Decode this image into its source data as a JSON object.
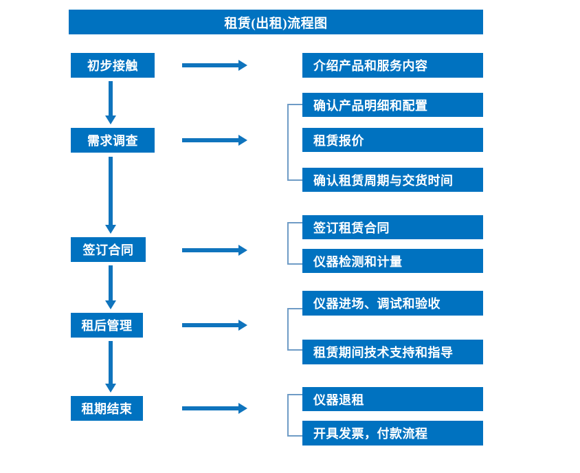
{
  "diagram": {
    "title": "租赁(出租)流程图",
    "accent_color": "#0072c0",
    "arrow_color": "#0f74bd",
    "bracket_color": "#6e9bc5",
    "text_color": "#ffffff",
    "background_color": "#ffffff"
  },
  "stages": [
    {
      "id": "stage-1",
      "label": "初步接触"
    },
    {
      "id": "stage-2",
      "label": "需求调查"
    },
    {
      "id": "stage-3",
      "label": "签订合同"
    },
    {
      "id": "stage-4",
      "label": "租后管理"
    },
    {
      "id": "stage-5",
      "label": "租期结束"
    }
  ],
  "groups": [
    {
      "stage": "初步接触",
      "has_bracket": false,
      "details": [
        {
          "label": "介绍产品和服务内容"
        }
      ]
    },
    {
      "stage": "需求调查",
      "has_bracket": true,
      "details": [
        {
          "label": "确认产品明细和配置"
        },
        {
          "label": "租赁报价"
        },
        {
          "label": "确认租赁周期与交货时间"
        }
      ]
    },
    {
      "stage": "签订合同",
      "has_bracket": true,
      "details": [
        {
          "label": "签订租赁合同"
        },
        {
          "label": "仪器检测和计量"
        }
      ]
    },
    {
      "stage": "租后管理",
      "has_bracket": true,
      "details": [
        {
          "label": "仪器进场、调试和验收"
        },
        {
          "label": "租赁期间技术支持和指导"
        }
      ]
    },
    {
      "stage": "租期结束",
      "has_bracket": true,
      "details": [
        {
          "label": "仪器退租"
        },
        {
          "label": "开具发票，付款流程"
        }
      ]
    }
  ]
}
